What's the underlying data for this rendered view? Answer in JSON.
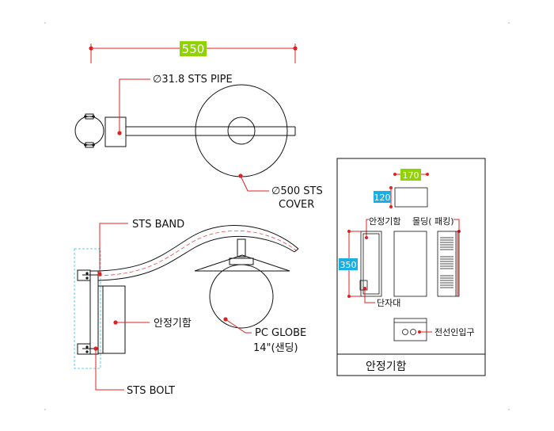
{
  "colors": {
    "dim_green": "#8fd400",
    "dim_cyan": "#1aaee6",
    "leader_red": "#e02020",
    "line": "#111111"
  },
  "top_view": {
    "dim_width": "550",
    "pipe_label": "∅31.8 STS PIPE",
    "cover_label_1": "∅500 STS",
    "cover_label_2": "COVER"
  },
  "side_view": {
    "band_label": "STS BAND",
    "box_label": "안정기함",
    "globe_label_1": "PC GLOBE",
    "globe_label_2": "14\"(샌딩)",
    "bolt_label": "STS BOLT"
  },
  "detail_panel": {
    "title": "안정기함",
    "dim_170": "170",
    "dim_120": "120",
    "dim_350": "350",
    "label_box": "안정기함",
    "label_molding": "몰딩( 패킹)",
    "label_terminal": "단자대",
    "label_entry": "전선인입구"
  }
}
